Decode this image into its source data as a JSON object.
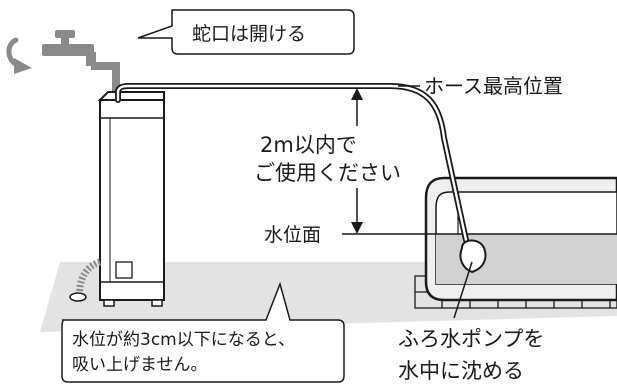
{
  "labels": {
    "faucet_callout": "蛇口は開ける",
    "hose_top": "ホース最高位置",
    "height_line1": "2m以内で",
    "height_line2": "ご使用ください",
    "water_level": "水位面",
    "note_line1": "水位が約3cm以下になると、",
    "note_line2": "吸い上げません。",
    "pump_line1": "ふろ水ポンプを",
    "pump_line2": "水中に沈める"
  },
  "colors": {
    "line": "#1a1a1a",
    "floor": "#e3e3e3",
    "water": "#d2d2d2",
    "tub_body": "#efefef",
    "faucet": "#8a8a8a"
  },
  "icons": {
    "faucet": "faucet-icon",
    "rotate_arrow": "rotate-arrow-icon",
    "washing_machine": "washing-machine-icon",
    "bathtub": "bathtub-icon",
    "pump": "pump-icon"
  }
}
